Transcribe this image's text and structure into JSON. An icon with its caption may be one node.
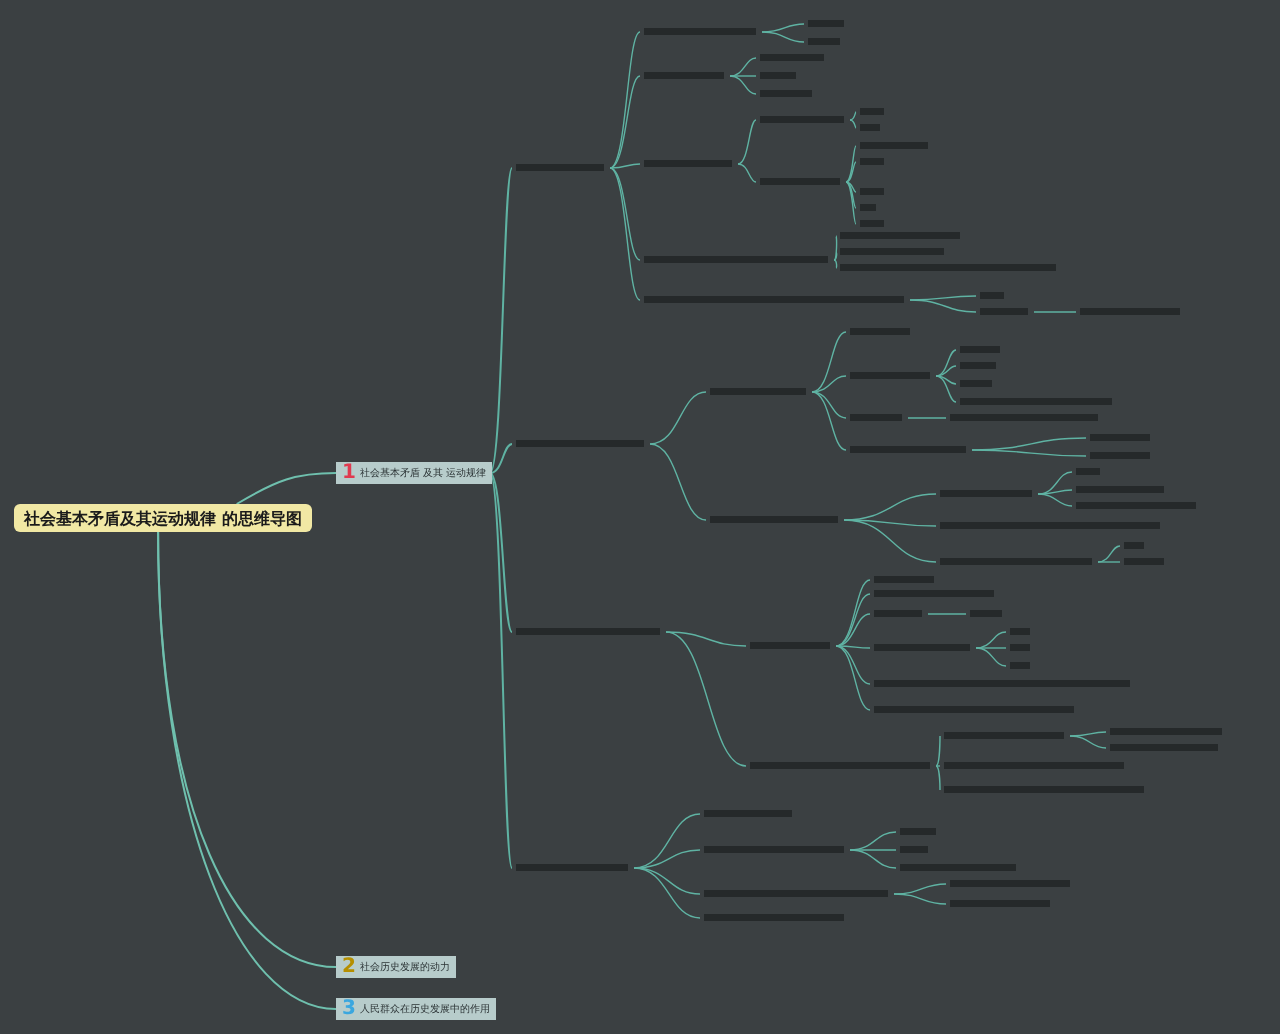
{
  "diagram": {
    "nodes": [
      {
        "text": [
          "社会基本矛盾及其运动规律 的思维导图"
        ]
      },
      {
        "text": [
          "1",
          "社会基本矛盾 及其 运动规律"
        ]
      },
      {
        "text": [
          "2",
          "社会历史发展的动力"
        ]
      },
      {
        "text": [
          "3",
          "人民群众在历史发展中的作用"
        ]
      }
    ],
    "edges": [
      {
        "from": 0,
        "to": 1,
        "arrow": "none"
      },
      {
        "from": 0,
        "to": 2,
        "arrow": "none"
      },
      {
        "from": 0,
        "to": 3,
        "arrow": "none"
      }
    ]
  }
}
